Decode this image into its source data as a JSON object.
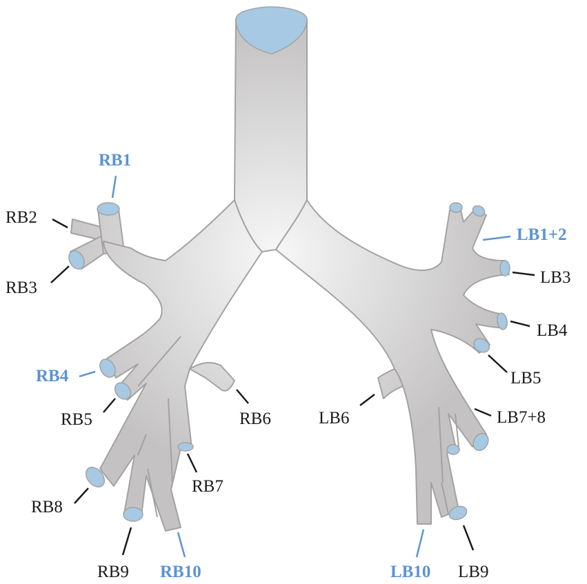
{
  "colors": {
    "airway": "#c4c2c2",
    "airway_light": "#f7f7f7",
    "outline": "#a3a2a2",
    "lumen": "#a7c9e3",
    "text": "#1a1a1a",
    "highlight": "#5b93d3"
  },
  "labels": {
    "rb1": "RB1",
    "rb2": "RB2",
    "rb3": "RB3",
    "rb4": "RB4",
    "rb5": "RB5",
    "rb6": "RB6",
    "rb7": "RB7",
    "rb8": "RB8",
    "rb9": "RB9",
    "rb10": "RB10",
    "lb1_2": "LB1+2",
    "lb3": "LB3",
    "lb4": "LB4",
    "lb5": "LB5",
    "lb6": "LB6",
    "lb7_8": "LB7+8",
    "lb9": "LB9",
    "lb10": "LB10"
  }
}
